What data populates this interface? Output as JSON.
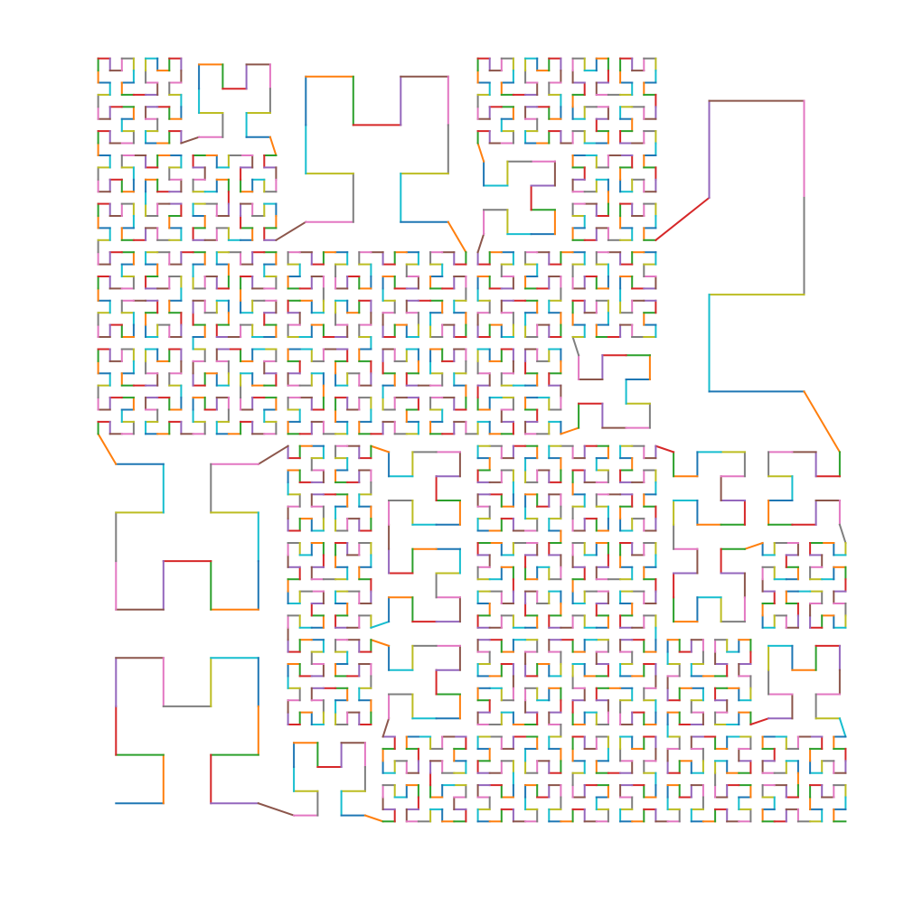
{
  "figure": {
    "description_visible_text": "",
    "kind": "space-filling curve (adaptive Hilbert-style subdivision)",
    "background": "#ffffff",
    "palette": [
      "#1f77b4",
      "#ff7f0e",
      "#2ca02c",
      "#d62728",
      "#9467bd",
      "#8c564b",
      "#e377c2",
      "#7f7f7f",
      "#bcbd22",
      "#17becf"
    ],
    "max_depth": 6,
    "min_depth": 1,
    "axes_visible": false,
    "grid": false,
    "legend": "none"
  }
}
